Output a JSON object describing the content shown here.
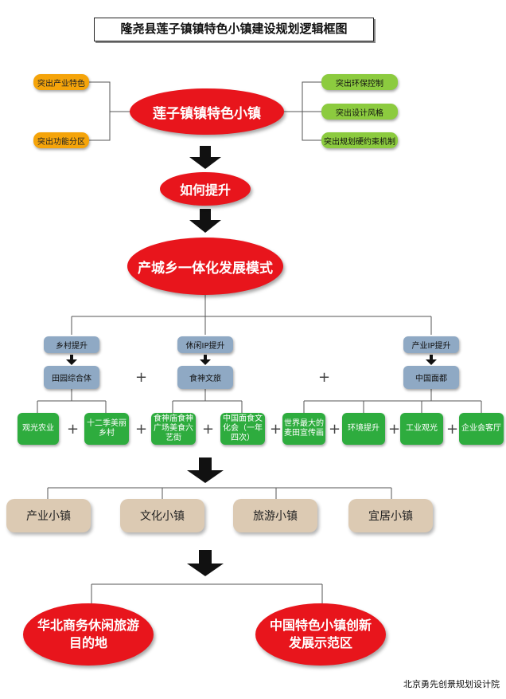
{
  "title": "隆尧县莲子镇镇特色小镇建设规划逻辑框图",
  "center": "莲子镇镇特色小镇",
  "left_items": [
    "突出产业特色",
    "突出功能分区"
  ],
  "right_items": [
    "突出环保控制",
    "突出设计风格",
    "突出规划硬约束机制"
  ],
  "step2": "如何提升",
  "step3": "产城乡一体化发展模式",
  "branches": [
    {
      "label": "乡村提升",
      "node": "田园综合体",
      "children": [
        "观光农业",
        "十二季美丽乡村"
      ]
    },
    {
      "label": "休闲IP提升",
      "node": "食神文旅",
      "children": [
        "食神庙食神广场美食六艺街",
        "中国面食文化会（一年四次）"
      ]
    },
    {
      "label": "产业IP提升",
      "node": "中国面都",
      "children": [
        "世界最大的麦田宣传画",
        "环境提升",
        "工业观光",
        "企业会客厅"
      ]
    }
  ],
  "plus_sign": "+",
  "towns": [
    "产业小镇",
    "文化小镇",
    "旅游小镇",
    "宜居小镇"
  ],
  "goals": [
    "华北商务休闲旅游目的地",
    "中国特色小镇创新发展示范区"
  ],
  "credit": "北京勇先创景规划设计院",
  "colors": {
    "red": "#e8151c",
    "orange": "#f5a40a",
    "light_green": "#8ccb3f",
    "blue_gray": "#8fa9c4",
    "green": "#2eac3e",
    "beige": "#dccab3"
  }
}
